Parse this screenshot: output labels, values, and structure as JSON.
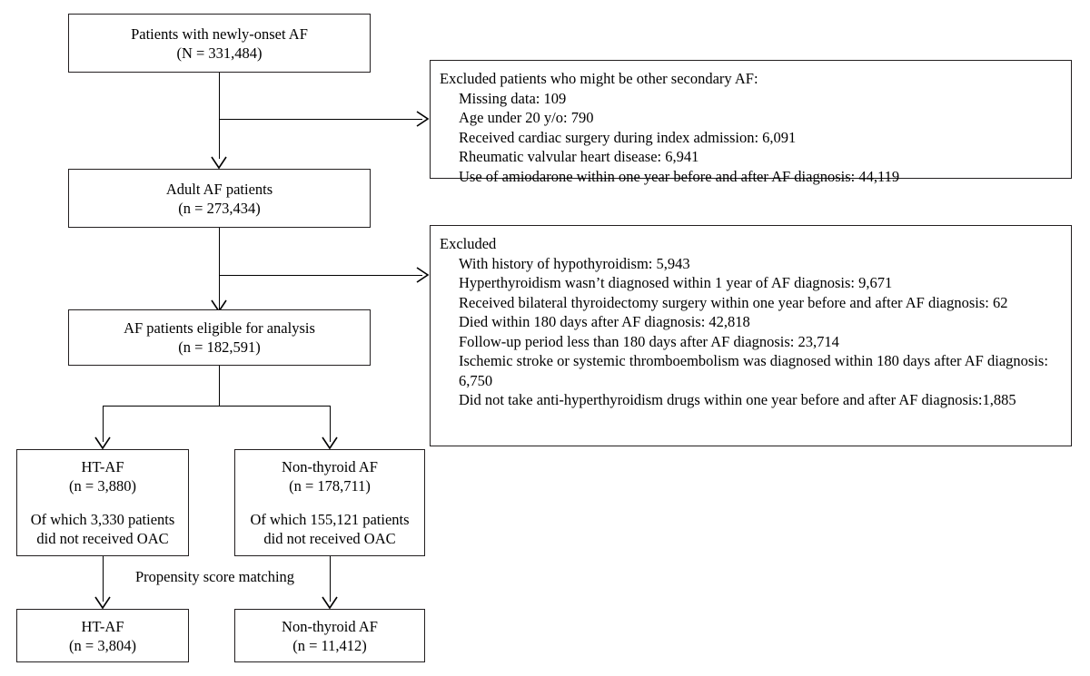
{
  "figure": {
    "type": "flowchart",
    "subject": "Patient selection flow diagram for atrial fibrillation cohort study"
  },
  "nodes": {
    "cohort_initial": {
      "line1": "Patients with newly-onset AF",
      "line2": "(N = 331,484)"
    },
    "cohort_adult": {
      "line1": "Adult AF patients",
      "line2": "(n = 273,434)"
    },
    "cohort_eligible": {
      "line1": "AF patients eligible for analysis",
      "line2": "(n = 182,591)"
    },
    "group_ht_af": {
      "line1": "HT-AF",
      "line2": "(n = 3,880)",
      "line3": "Of which 3,330 patients",
      "line4": "did not received OAC"
    },
    "group_non_thyroid_af": {
      "line1": "Non-thyroid AF",
      "line2": "(n = 178,711)",
      "line3": "Of which 155,121 patients",
      "line4": "did not received OAC"
    },
    "matched_ht_af": {
      "line1": "HT-AF",
      "line2": "(n = 3,804)"
    },
    "matched_non_thyroid_af": {
      "line1": "Non-thyroid AF",
      "line2": "(n = 11,412)"
    }
  },
  "exclusions": {
    "first": {
      "title": "Excluded patients who might be other secondary AF:",
      "items": [
        "Missing data: 109",
        "Age under 20 y/o: 790",
        "Received cardiac surgery during index admission: 6,091",
        "Rheumatic valvular heart disease: 6,941",
        "Use of amiodarone within one year before and after AF diagnosis: 44,119"
      ]
    },
    "second": {
      "title": "Excluded",
      "items": [
        "With history of hypothyroidism: 5,943",
        "Hyperthyroidism wasn’t diagnosed within 1 year of AF diagnosis: 9,671",
        "Received bilateral thyroidectomy surgery within one year before and after AF diagnosis: 62",
        "Died within 180 days after AF diagnosis: 42,818",
        "Follow-up period less than 180 days after AF diagnosis: 23,714",
        "Ischemic stroke or systemic thromboembolism was diagnosed within 180 days after AF diagnosis: 6,750",
        "Did not take anti-hyperthyroidism drugs within one year before and after AF diagnosis:1,885"
      ]
    }
  },
  "annotations": {
    "propensity_label": "Propensity score matching"
  },
  "colors": {
    "stroke": "#231f20",
    "text": "#000000",
    "background": "#ffffff"
  }
}
